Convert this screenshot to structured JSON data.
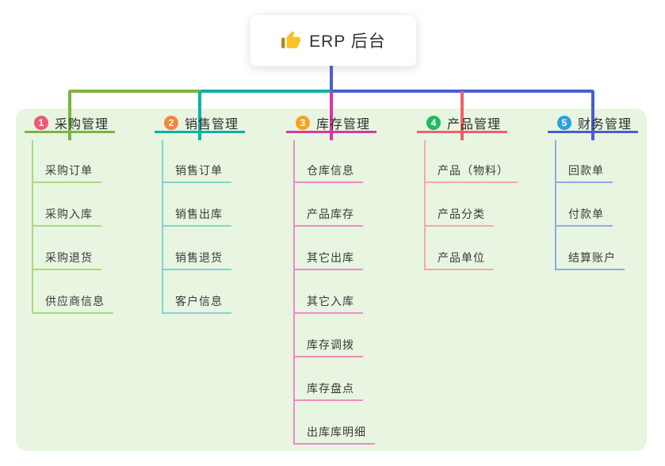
{
  "root": {
    "icon": "thumbs-up-icon",
    "label": "ERP 后台"
  },
  "canvas": {
    "panel_bg": "#e8f5e1",
    "root_line_color": "#4a5cd4"
  },
  "branches": [
    {
      "num": "1",
      "label": "采购管理",
      "badge_color": "#ee5b72",
      "color": "#7cb43e",
      "light_color": "#abd87f",
      "children": [
        "采购订单",
        "采购入库",
        "采购退货",
        "供应商信息"
      ]
    },
    {
      "num": "2",
      "label": "销售管理",
      "badge_color": "#f7853e",
      "color": "#00b3a2",
      "light_color": "#82d6c9",
      "children": [
        "销售订单",
        "销售出库",
        "销售退货",
        "客户信息"
      ]
    },
    {
      "num": "3",
      "label": "库存管理",
      "badge_color": "#f9a21b",
      "color": "#d8389f",
      "light_color": "#ef8ac6",
      "children": [
        "仓库信息",
        "产品库存",
        "其它出库",
        "其它入库",
        "库存调拨",
        "库存盘点",
        "出库库明细"
      ]
    },
    {
      "num": "4",
      "label": "产品管理",
      "badge_color": "#22ba62",
      "color": "#f2606b",
      "light_color": "#f8a6ab",
      "children": [
        "产品（物料）",
        "产品分类",
        "产品单位"
      ]
    },
    {
      "num": "5",
      "label": "财务管理",
      "badge_color": "#2ba0e0",
      "color": "#4a5cd4",
      "light_color": "#93a7e4",
      "children": [
        "回款单",
        "付款单",
        "结算账户"
      ]
    }
  ]
}
